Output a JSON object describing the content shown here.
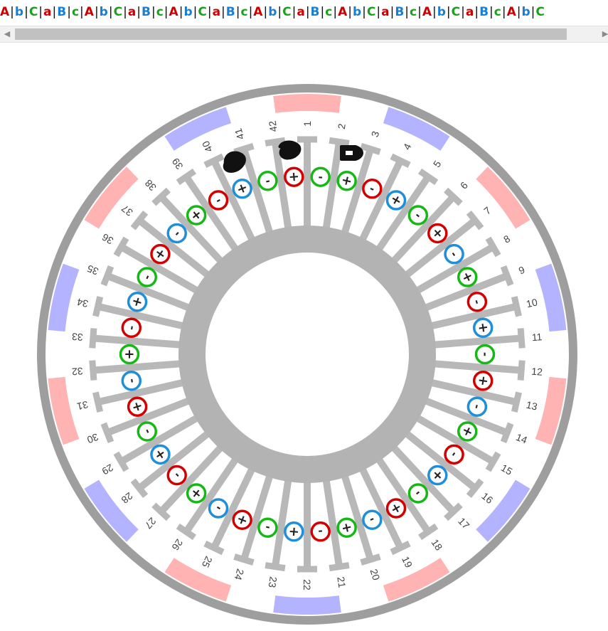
{
  "sequence": [
    "A",
    "b",
    "C",
    "a",
    "B",
    "c",
    "A",
    "b",
    "C",
    "a",
    "B",
    "c",
    "A",
    "b",
    "C",
    "a",
    "B",
    "c",
    "A",
    "b",
    "C",
    "a",
    "B",
    "c",
    "A",
    "b",
    "C",
    "a",
    "B",
    "c",
    "A",
    "b",
    "C",
    "a",
    "B",
    "c",
    "A",
    "b",
    "C"
  ],
  "sequence_colors": {
    "A": "#cc0000",
    "a": "#cc0000",
    "B": "#1a7fd4",
    "b": "#1a7fd4",
    "C": "#1aa31a",
    "c": "#1aa31a"
  },
  "separator": "|",
  "scrollbar": {
    "left_arrow": "◀",
    "right_arrow": "▶"
  },
  "stator": {
    "slots": [
      "1",
      "2",
      "3",
      "4",
      "5",
      "6",
      "7",
      "8",
      "9",
      "10",
      "11",
      "12",
      "13",
      "14",
      "15",
      "16",
      "17",
      "18",
      "19",
      "20",
      "21",
      "22",
      "23",
      "24",
      "25",
      "26",
      "27",
      "28",
      "29",
      "30",
      "31",
      "32",
      "33",
      "34",
      "35",
      "36",
      "37",
      "38",
      "39",
      "40",
      "41",
      "42"
    ],
    "conductors": [
      {
        "phase": "C",
        "sign": "-"
      },
      {
        "phase": "C",
        "sign": "+"
      },
      {
        "phase": "A",
        "sign": "-"
      },
      {
        "phase": "B",
        "sign": "+"
      },
      {
        "phase": "C",
        "sign": "-"
      },
      {
        "phase": "A",
        "sign": "+"
      },
      {
        "phase": "B",
        "sign": "-"
      },
      {
        "phase": "C",
        "sign": "+"
      },
      {
        "phase": "A",
        "sign": "-"
      },
      {
        "phase": "B",
        "sign": "+"
      },
      {
        "phase": "C",
        "sign": "-"
      },
      {
        "phase": "A",
        "sign": "+"
      },
      {
        "phase": "B",
        "sign": "-"
      },
      {
        "phase": "C",
        "sign": "+"
      },
      {
        "phase": "A",
        "sign": "-"
      },
      {
        "phase": "B",
        "sign": "+"
      },
      {
        "phase": "C",
        "sign": "-"
      },
      {
        "phase": "A",
        "sign": "+"
      },
      {
        "phase": "B",
        "sign": "-"
      },
      {
        "phase": "C",
        "sign": "+"
      },
      {
        "phase": "A",
        "sign": "-"
      },
      {
        "phase": "B",
        "sign": "+"
      },
      {
        "phase": "C",
        "sign": "-"
      },
      {
        "phase": "A",
        "sign": "+"
      },
      {
        "phase": "B",
        "sign": "-"
      },
      {
        "phase": "C",
        "sign": "+"
      },
      {
        "phase": "A",
        "sign": "-"
      },
      {
        "phase": "B",
        "sign": "+"
      },
      {
        "phase": "C",
        "sign": "-"
      },
      {
        "phase": "A",
        "sign": "+"
      },
      {
        "phase": "B",
        "sign": "-"
      },
      {
        "phase": "C",
        "sign": "+"
      },
      {
        "phase": "A",
        "sign": "-"
      },
      {
        "phase": "B",
        "sign": "+"
      },
      {
        "phase": "C",
        "sign": "-"
      },
      {
        "phase": "A",
        "sign": "+"
      },
      {
        "phase": "B",
        "sign": "-"
      },
      {
        "phase": "C",
        "sign": "+"
      },
      {
        "phase": "A",
        "sign": "-"
      },
      {
        "phase": "B",
        "sign": "+"
      },
      {
        "phase": "C",
        "sign": "-"
      },
      {
        "phase": "A",
        "sign": "+"
      }
    ],
    "phase_colors": {
      "A": "#d40000",
      "B": "#1f8fd9",
      "C": "#16b816"
    },
    "magnets": [
      "N",
      "S",
      "N",
      "S",
      "N",
      "S",
      "N",
      "S",
      "N",
      "S",
      "N",
      "S",
      "N",
      "S"
    ],
    "magnet_colors": {
      "N": "#ffb3b3",
      "S": "#b3b3ff"
    }
  }
}
